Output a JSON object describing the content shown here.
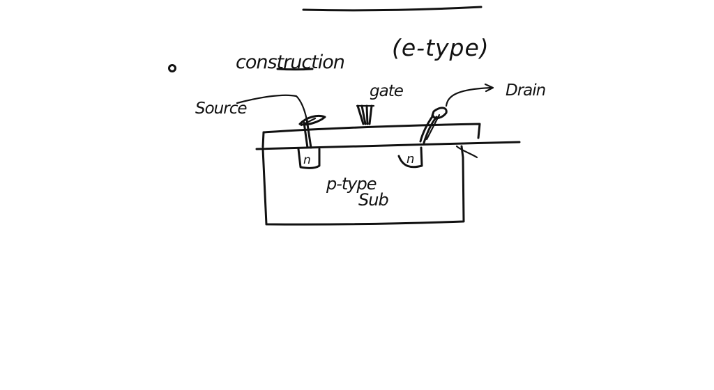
{
  "labels": {
    "heading": "construction",
    "type": "(e-type)",
    "gate": "gate",
    "source": "Source",
    "drain": "Drain",
    "n_left": "n",
    "n_right": "n",
    "substrate_line1": "p-type",
    "substrate_line2": "Sub"
  }
}
